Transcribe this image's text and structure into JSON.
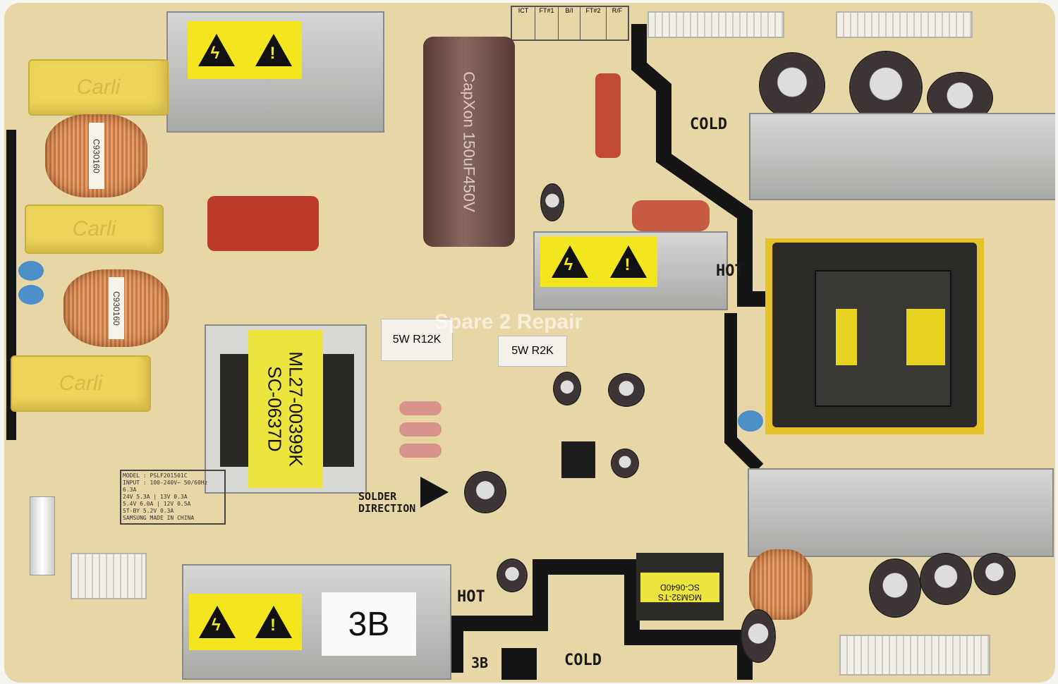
{
  "board": {
    "colors": {
      "pcb": "#e7d7a6",
      "trace": "#151515",
      "warning_label": "#f3e51e",
      "heatsink": "#c4c4c2"
    },
    "silkscreen": {
      "cold_top": "COLD",
      "cold_bottom": "COLD",
      "hot_right": "HOT",
      "hot_bottom": "HOT",
      "solder_line1": "SOLDER",
      "solder_line2": "DIRECTION",
      "board_code": "3B"
    },
    "test_table": {
      "headers": [
        "ICT",
        "FT#1",
        "B/I",
        "FT#2",
        "R/F"
      ]
    },
    "model_label": {
      "lines": [
        "MODEL : PSLF201501C",
        "INPUT : 100-240V~ 50/60Hz 6.3A",
        "24V 5.3A | 13V 0.3A",
        "5.4V 6.0A | 12V 0.5A",
        "ST-BY 5.2V 0.3A",
        "SAMSUNG MADE IN CHINA"
      ]
    },
    "filter_caps": [
      "Carli",
      "Carli",
      "Carli"
    ],
    "coil_tags": [
      "C930160",
      "C930160"
    ],
    "capacitor_main": {
      "brand": "CapXon",
      "rating": "150uF450V"
    },
    "resistors_5w": [
      "5W R12K",
      "5W R2K"
    ],
    "transformer_main": {
      "line1": "ML27-00399K",
      "line2": "SC-0637D"
    },
    "transformer_small": {
      "line1": "MGM32-TS",
      "line2": "SC-0640D"
    },
    "sticker_3b": "3B",
    "watermark": "Spare 2 Repair",
    "icons": [
      "high-voltage-warning-icon",
      "caution-warning-icon",
      "solder-direction-arrow-icon"
    ]
  }
}
